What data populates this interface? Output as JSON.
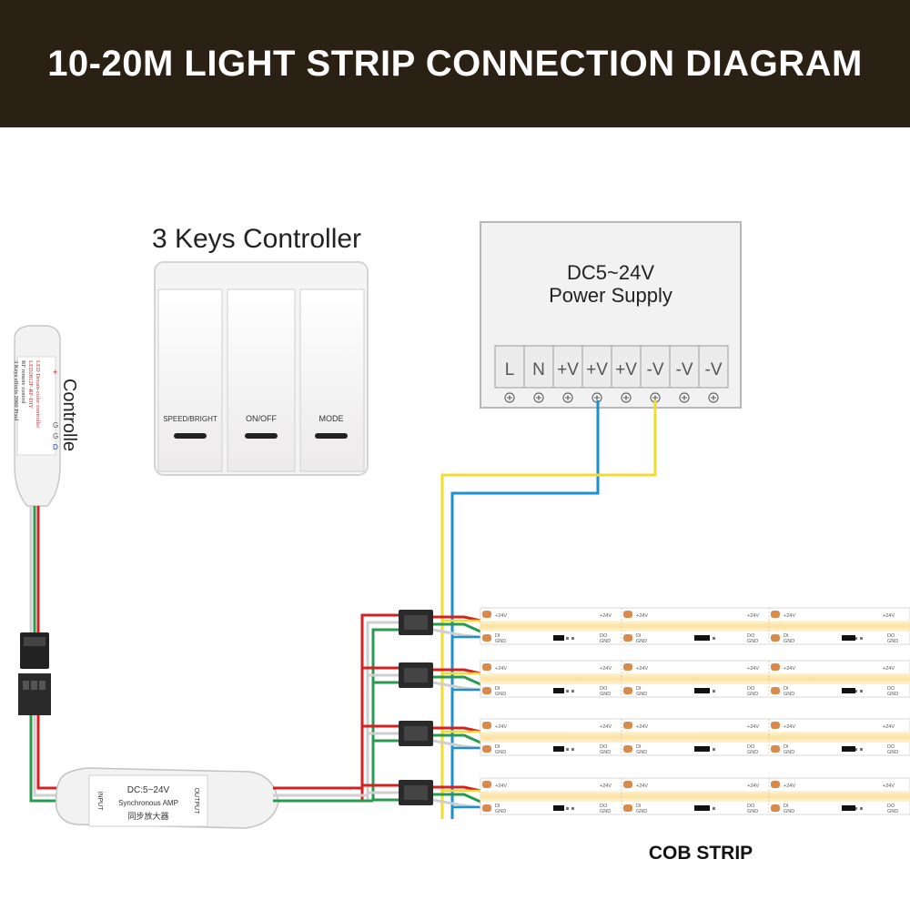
{
  "title": "10-20M LIGHT STRIP CONNECTION DIAGRAM",
  "keys_controller": {
    "title": "3 Keys Controller",
    "keys": [
      "SPEED/BRIGHT",
      "ON/OFF",
      "MODE"
    ]
  },
  "controller": {
    "label": "Controlle",
    "text_lines": [
      "LED Dream-color controller",
      "LED2812F-RF-DIY",
      "RF remote control",
      "3 Keys effects 2060 Pixel"
    ],
    "pins": [
      "+",
      "G",
      "G",
      "D"
    ]
  },
  "power_supply": {
    "title_line1": "DC5~24V",
    "title_line2": "Power Supply",
    "terminals": [
      "L",
      "N",
      "+V",
      "+V",
      "+V",
      "-V",
      "-V",
      "-V"
    ]
  },
  "amplifier": {
    "voltage": "DC:5~24V",
    "name": "Synchronous AMP",
    "chinese": "同步放大器",
    "input": "INPUT",
    "output": "OUTPUT"
  },
  "strip_pads": {
    "plus": "+24V",
    "di": "DI",
    "do": "DO",
    "gnd": "GND"
  },
  "strip_label": "COB STRIP",
  "colors": {
    "header_bg": "#2a2014",
    "wire_red": "#d42020",
    "wire_green": "#2a9a50",
    "wire_white": "#cfcfcf",
    "wire_blue": "#1e8fd0",
    "wire_yellow": "#f0dc30",
    "strip_glow": "#fbe2a0",
    "pad_copper": "#d9894a"
  }
}
